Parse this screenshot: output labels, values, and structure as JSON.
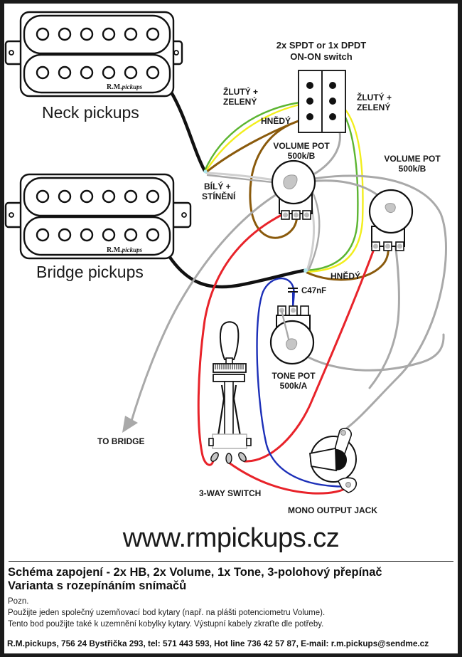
{
  "labels": {
    "neck_pickups": "Neck pickups",
    "bridge_pickups": "Bridge pickups",
    "pickup_brand_main": "R.M.",
    "pickup_brand_italic": "pickups",
    "switch_title_line1": "2x SPDT or 1x DPDT",
    "switch_title_line2": "ON-ON switch",
    "left_wire_line1": "ŽLUTÝ +",
    "left_wire_line2": "ZELENÝ",
    "right_wire_line1": "ŽLUTÝ +",
    "right_wire_line2": "ZELENÝ",
    "brown_upper": "HNĚDÝ",
    "brown_lower": "HNĚDÝ",
    "white_shield_line1": "BÍLÝ +",
    "white_shield_line2": "STÍNĚNÍ",
    "volume_pot_1_line1": "VOLUME POT",
    "volume_pot_1_line2": "500k/B",
    "volume_pot_2_line1": "VOLUME POT",
    "volume_pot_2_line2": "500k/B",
    "capacitor": "C47nF",
    "tone_pot_line1": "TONE POT",
    "tone_pot_line2": "500k/A",
    "to_bridge": "TO BRIDGE",
    "three_way_switch": "3-WAY SWITCH",
    "output_jack": "MONO OUTPUT JACK"
  },
  "wire_colors": {
    "black": "#111111",
    "yellow": "#f2ee1c",
    "green": "#5cb531",
    "brown": "#8a5a0c",
    "gray": "#a9a9a9",
    "light_gray": "#cfcfcf",
    "red": "#e8232a",
    "blue": "#1c2fb8"
  },
  "footer": {
    "website": "www.rmpickups.cz",
    "title_line1": "Schéma zapojení - 2x HB, 2x Volume, 1x Tone, 3-polohový přepínač",
    "title_line2": "Varianta s rozepínáním snímačů",
    "notes": [
      "Pozn.",
      "Použijte jeden společný uzemňovací bod kytary (např. na plášti potenciometru Volume).",
      "Tento bod použijte také k uzemnění kobylky kytary. Výstupní kabely zkraťte dle potřeby."
    ],
    "contact": "R.M.pickups, 756 24 Bystřička 293, tel: 571 443 593, Hot line 736 42 57 87, E-mail: r.m.pickups@sendme.cz"
  }
}
